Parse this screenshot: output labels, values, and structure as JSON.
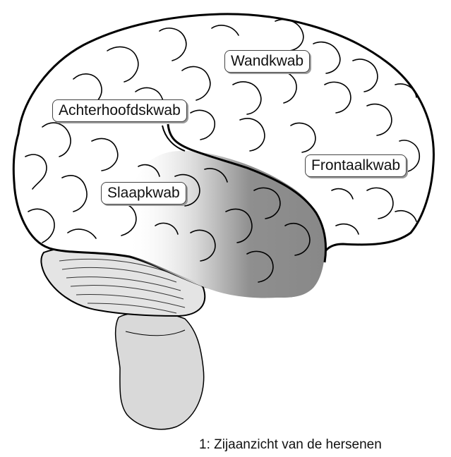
{
  "figure": {
    "caption": "1: Zijaanzicht van de hersenen",
    "labels": {
      "wandkwab": "Wandkwab",
      "achterhoofdskwab": "Achterhoofdskwab",
      "frontaalkwab": "Frontaalkwab",
      "slaapkwab": "Slaapkwab"
    }
  },
  "colors": {
    "outline": "#000000",
    "brainstem": "#d9d9d9",
    "cerebellum": "#e4e4e4",
    "temporal_lobe": "#8c8c8c",
    "background": "#ffffff"
  }
}
